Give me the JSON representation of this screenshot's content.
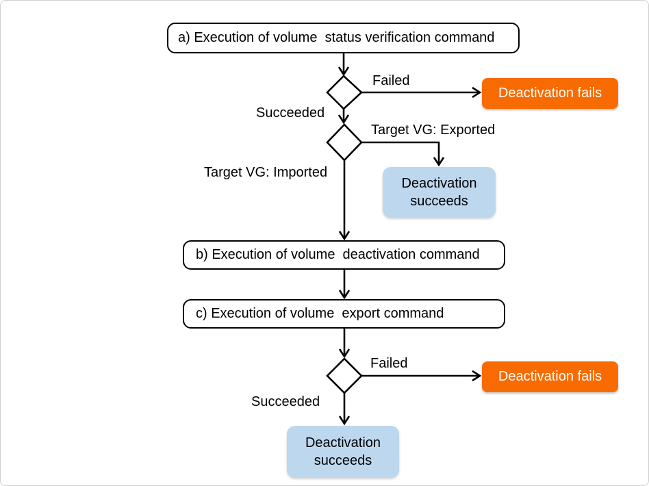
{
  "diagram": {
    "process_boxes": {
      "step_a": "a) Execution of volume  status verification command",
      "step_b": "b) Execution of volume  deactivation command",
      "step_c": "c) Execution of volume  export command"
    },
    "outcome_boxes": {
      "fail_top": "Deactivation fails",
      "fail_bottom": "Deactivation fails",
      "success_mid": "Deactivation\nsucceeds",
      "success_bottom": "Deactivation\nsucceeds"
    },
    "edge_labels": {
      "failed_top": "Failed",
      "succeeded_top": "Succeeded",
      "target_vg_exported": "Target VG: Exported",
      "target_vg_imported": "Target VG: Imported",
      "failed_bottom": "Failed",
      "succeeded_bottom": "Succeeded"
    },
    "colors": {
      "fail_bg": "#f86b00",
      "success_bg": "#bdd7ee",
      "stroke": "#000000"
    }
  }
}
